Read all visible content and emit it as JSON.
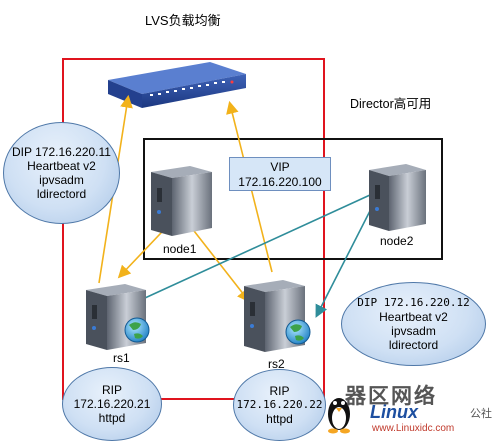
{
  "title": "LVS负载均衡",
  "director_label": "Director高可用",
  "vip": {
    "line1": "VIP",
    "line2": "172.16.220.100"
  },
  "director1": {
    "dip": "DIP 172.16.220.11",
    "line2": "Heartbeat v2",
    "line3": "ipvsadm",
    "line4": "ldirectord"
  },
  "director2": {
    "dip": "DIP 172.16.220.12",
    "line2": "Heartbeat v2",
    "line3": "ipvsadm",
    "line4": "ldirectord"
  },
  "rs1_info": {
    "line1": "RIP",
    "line2": "172.16.220.21",
    "line3": "httpd"
  },
  "rs2_info": {
    "line1": "RIP",
    "line2": "172.16.220.22",
    "line3": "httpd"
  },
  "nodes": {
    "node1": "node1",
    "node2": "node2",
    "rs1": "rs1",
    "rs2": "rs2"
  },
  "watermark": {
    "cjk": "器区网络",
    "linux": "Linux",
    "small": "公社",
    "url": "www.Linuxidc.com"
  },
  "colors": {
    "red_box": "#e0141e",
    "yellow_arrow": "#f2b21b",
    "teal_arrow": "#2f8d9a",
    "bubble": "#cfe0f4",
    "vip_box": "#d6e6f7"
  },
  "icons": [
    "router-icon",
    "server-icon",
    "globe-icon",
    "tux-penguin-icon"
  ]
}
